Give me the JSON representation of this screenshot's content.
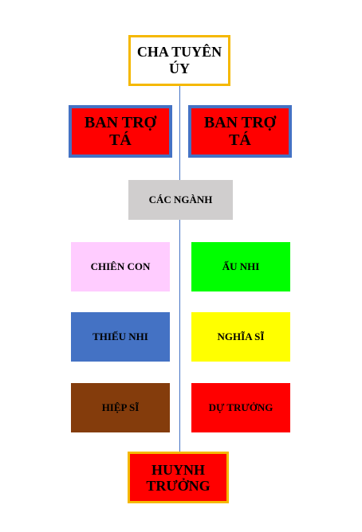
{
  "colors": {
    "connector": "#4472c4",
    "gold_border": "#f5b800",
    "blue_border": "#4472c4",
    "red": "#ff0000",
    "gray": "#d0cece",
    "pink": "#ffccff",
    "green": "#00ff00",
    "blue": "#4472c4",
    "yellow": "#ffff00",
    "brown": "#843c0c"
  },
  "nodes": {
    "top": [
      "CHA TUYÊN",
      "ÚY"
    ],
    "ban_left": [
      "BAN TRỢ",
      "TÁ"
    ],
    "ban_right": [
      "BAN TRỢ",
      "TÁ"
    ],
    "cac_nganh": "CÁC NGÀNH",
    "chien_con": "CHIÊN CON",
    "au_nhi": "ẤU NHI",
    "thieu_nhi": "THIẾU NHI",
    "nghia_si": "NGHĨA SĨ",
    "hiep_si": "HIỆP SĨ",
    "du_truong": "DỰ TRƯỞNG",
    "bottom": [
      "HUYNH",
      "TRƯỞNG"
    ]
  }
}
